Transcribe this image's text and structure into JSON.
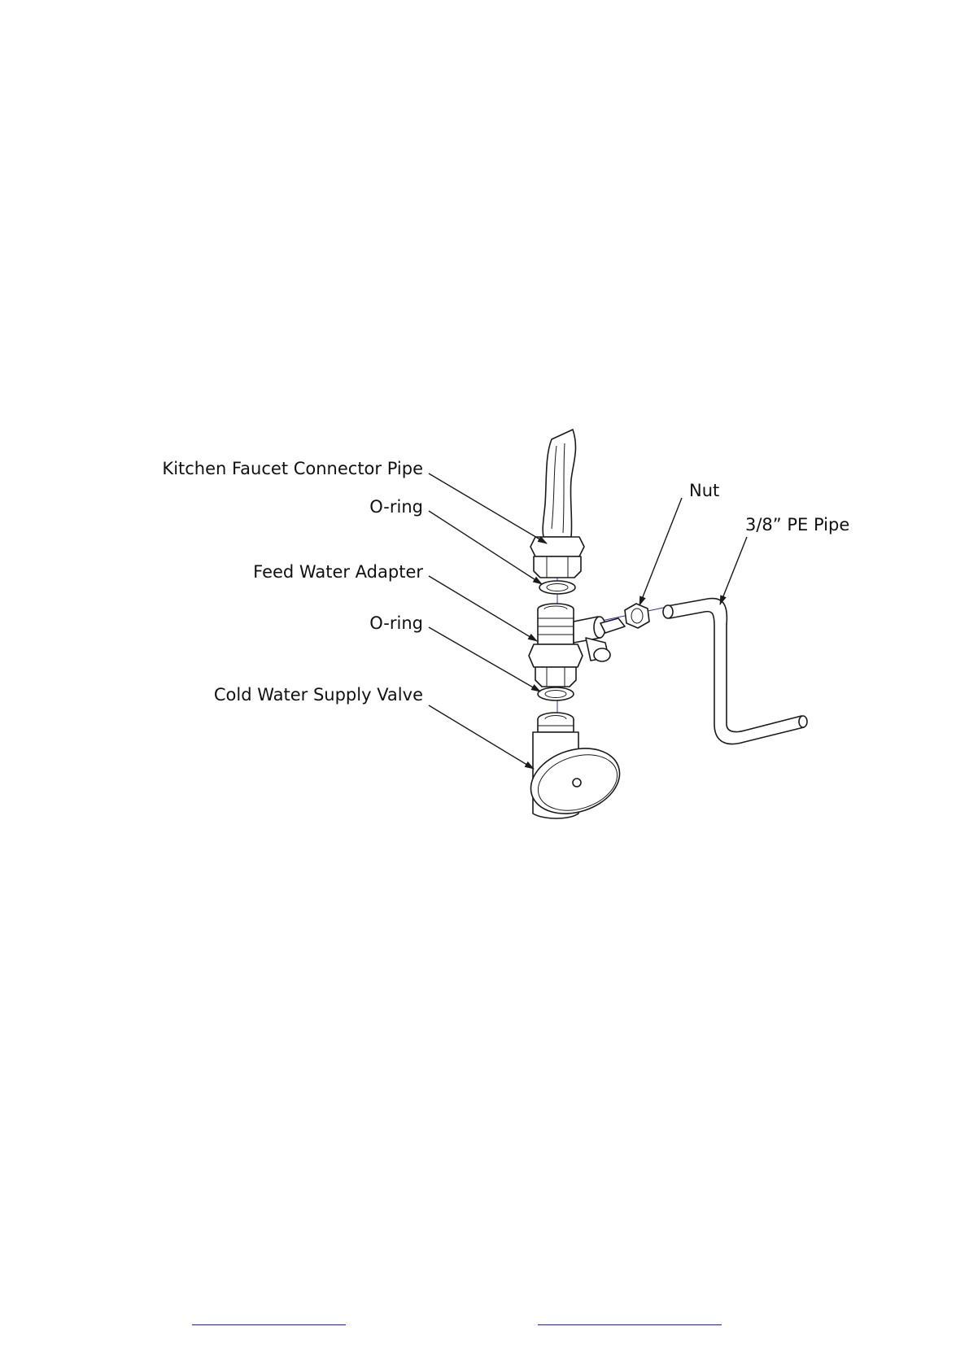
{
  "diagram": {
    "labels": {
      "kitchen_faucet_connector_pipe": "Kitchen Faucet Connector Pipe",
      "o_ring_top": "O-ring",
      "feed_water_adapter": "Feed Water Adapter",
      "o_ring_bottom": "O-ring",
      "cold_water_supply_valve": "Cold Water Supply Valve",
      "nut": "Nut",
      "pe_pipe": "3/8” PE Pipe"
    },
    "colors": {
      "line": "#1a1a1a",
      "axis": "#2b2bb8",
      "link": "#1d1de0"
    }
  }
}
